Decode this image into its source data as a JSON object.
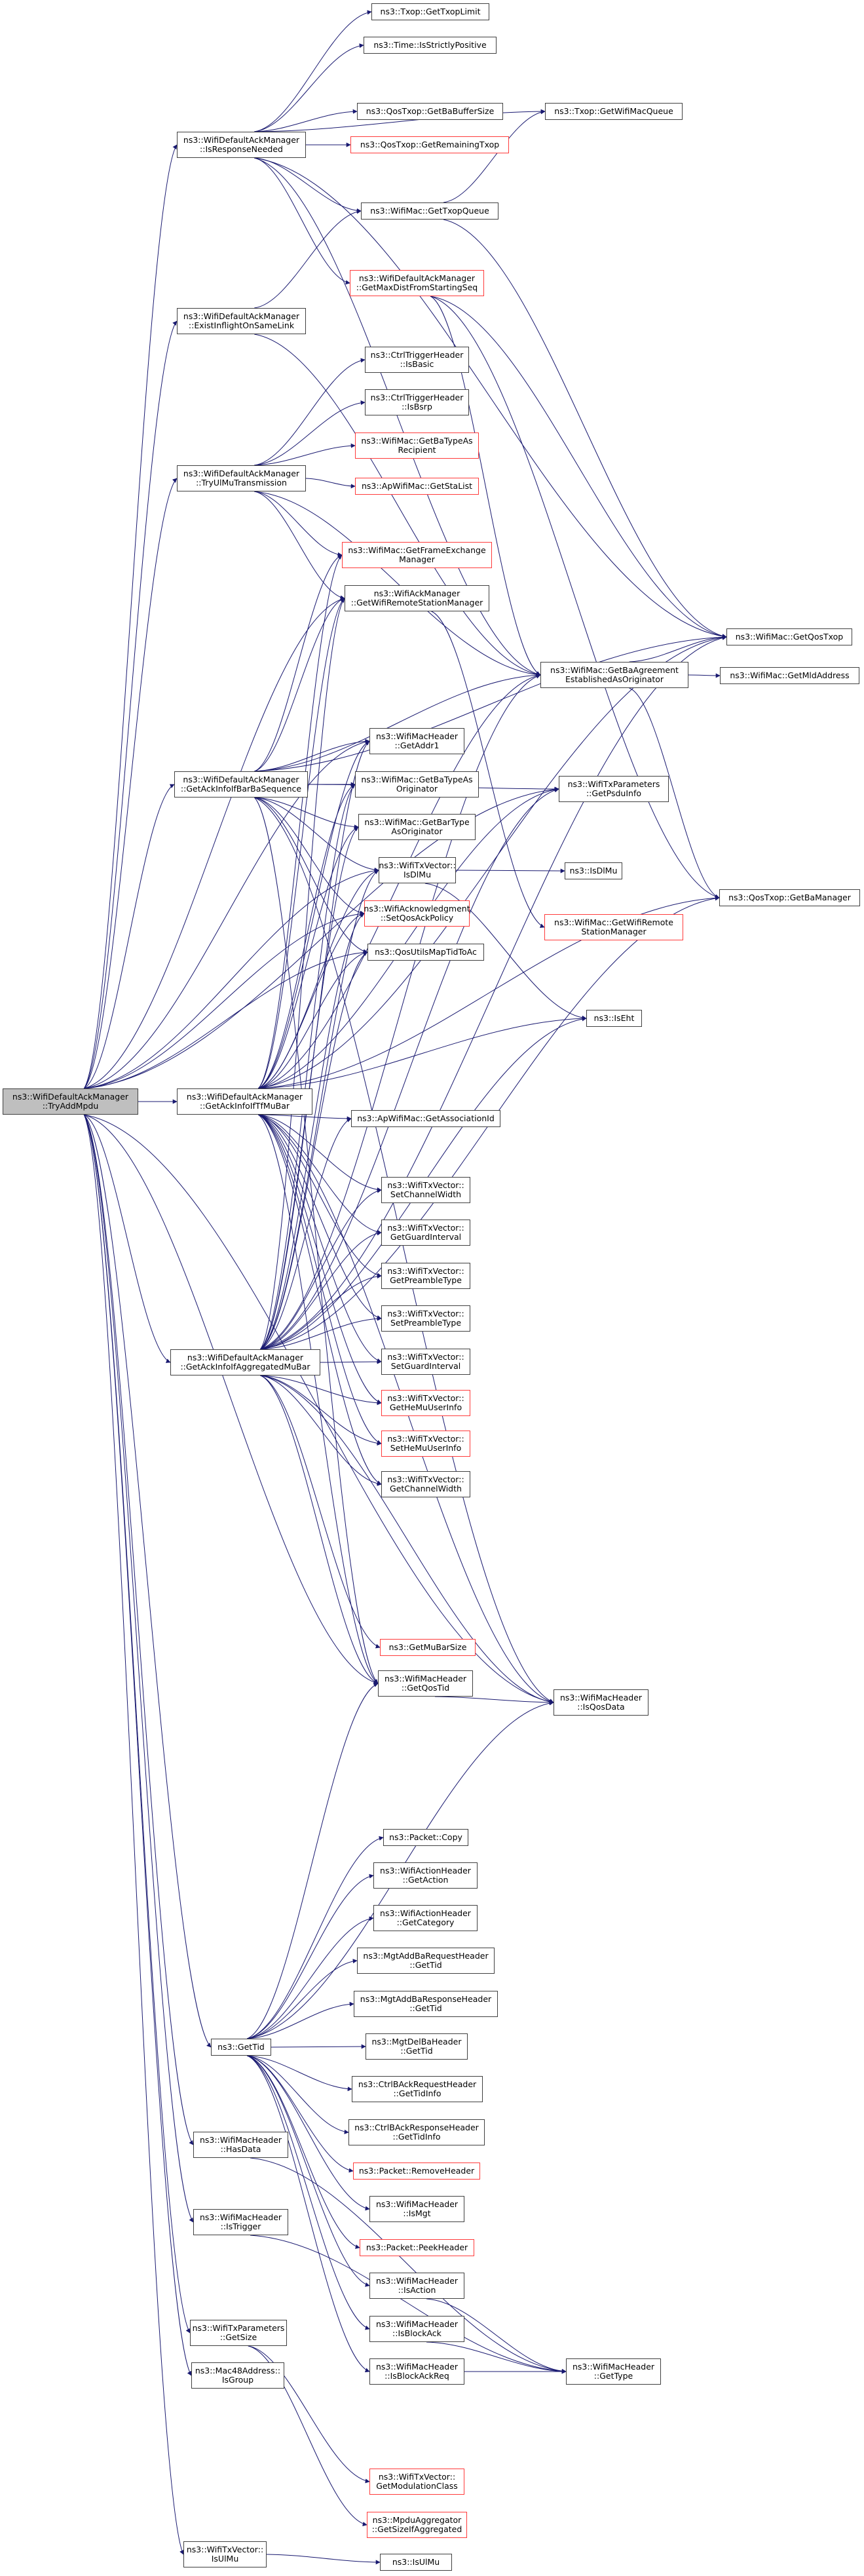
{
  "diagram": {
    "title": "Call graph of ns3::WifiDefaultAckManager::TryAddMpdu",
    "edge_color": "#191970",
    "node_border_color": "#404040",
    "missing_doc_border_color": "#ff3b3b",
    "root_fill_color": "#bfbfbf",
    "nodes": [
      {
        "id": "root",
        "label": "ns3::WifiDefaultAckManager\n::TryAddMpdu",
        "style": "root"
      },
      {
        "id": "isResp",
        "label": "ns3::WifiDefaultAckManager\n::IsResponseNeeded",
        "style": "normal"
      },
      {
        "id": "existInf",
        "label": "ns3::WifiDefaultAckManager\n::ExistInflightOnSameLink",
        "style": "normal"
      },
      {
        "id": "tryUl",
        "label": "ns3::WifiDefaultAckManager\n::TryUlMuTransmission",
        "style": "normal"
      },
      {
        "id": "barBa",
        "label": "ns3::WifiDefaultAckManager\n::GetAckInfoIfBarBaSequence",
        "style": "normal"
      },
      {
        "id": "tfMu",
        "label": "ns3::WifiDefaultAckManager\n::GetAckInfoIfTfMuBar",
        "style": "normal"
      },
      {
        "id": "aggMu",
        "label": "ns3::WifiDefaultAckManager\n::GetAckInfoIfAggregatedMuBar",
        "style": "normal"
      },
      {
        "id": "getTid",
        "label": "ns3::GetTid",
        "style": "normal"
      },
      {
        "id": "hasData",
        "label": "ns3::WifiMacHeader\n::HasData",
        "style": "normal"
      },
      {
        "id": "isTrigger",
        "label": "ns3::WifiMacHeader\n::IsTrigger",
        "style": "normal"
      },
      {
        "id": "getSize",
        "label": "ns3::WifiTxParameters\n::GetSize",
        "style": "normal"
      },
      {
        "id": "isGroup",
        "label": "ns3::Mac48Address::\nIsGroup",
        "style": "normal"
      },
      {
        "id": "txIsUlMu",
        "label": "ns3::WifiTxVector::\nIsUlMu",
        "style": "normal"
      },
      {
        "id": "txopLimit",
        "label": "ns3::Txop::GetTxopLimit",
        "style": "normal"
      },
      {
        "id": "strictPos",
        "label": "ns3::Time::IsStrictlyPositive",
        "style": "normal"
      },
      {
        "id": "baBuf",
        "label": "ns3::QosTxop::GetBaBufferSize",
        "style": "normal"
      },
      {
        "id": "remTxop",
        "label": "ns3::QosTxop::GetRemainingTxop",
        "style": "red"
      },
      {
        "id": "txopQueue",
        "label": "ns3::WifiMac::GetTxopQueue",
        "style": "normal"
      },
      {
        "id": "maxDist",
        "label": "ns3::WifiDefaultAckManager\n::GetMaxDistFromStartingSeq",
        "style": "red"
      },
      {
        "id": "isBasic",
        "label": "ns3::CtrlTriggerHeader\n::IsBasic",
        "style": "normal"
      },
      {
        "id": "isBsrp",
        "label": "ns3::CtrlTriggerHeader\n::IsBsrp",
        "style": "normal"
      },
      {
        "id": "baRecip",
        "label": "ns3::WifiMac::GetBaTypeAs\nRecipient",
        "style": "red"
      },
      {
        "id": "staList",
        "label": "ns3::ApWifiMac::GetStaList",
        "style": "red"
      },
      {
        "id": "feMgr",
        "label": "ns3::WifiMac::GetFrameExchange\nManager",
        "style": "red"
      },
      {
        "id": "rsm",
        "label": "ns3::WifiAckManager\n::GetWifiRemoteStationManager",
        "style": "normal"
      },
      {
        "id": "addr1",
        "label": "ns3::WifiMacHeader\n::GetAddr1",
        "style": "normal"
      },
      {
        "id": "baOrig",
        "label": "ns3::WifiMac::GetBaTypeAs\nOriginator",
        "style": "normal"
      },
      {
        "id": "barOrig",
        "label": "ns3::WifiMac::GetBarType\nAsOriginator",
        "style": "normal"
      },
      {
        "id": "isDlMu",
        "label": "ns3::WifiTxVector::\nIsDlMu",
        "style": "normal"
      },
      {
        "id": "setQos",
        "label": "ns3::WifiAcknowledgment\n::SetQosAckPolicy",
        "style": "red"
      },
      {
        "id": "mapTid",
        "label": "ns3::QosUtilsMapTidToAc",
        "style": "normal"
      },
      {
        "id": "assocId",
        "label": "ns3::ApWifiMac::GetAssociationId",
        "style": "normal"
      },
      {
        "id": "setCw",
        "label": "ns3::WifiTxVector::\nSetChannelWidth",
        "style": "normal"
      },
      {
        "id": "getGi",
        "label": "ns3::WifiTxVector::\nGetGuardInterval",
        "style": "normal"
      },
      {
        "id": "getPre",
        "label": "ns3::WifiTxVector::\nGetPreambleType",
        "style": "normal"
      },
      {
        "id": "setPre",
        "label": "ns3::WifiTxVector::\nSetPreambleType",
        "style": "normal"
      },
      {
        "id": "setGi",
        "label": "ns3::WifiTxVector::\nSetGuardInterval",
        "style": "normal"
      },
      {
        "id": "getHe",
        "label": "ns3::WifiTxVector::\nGetHeMuUserInfo",
        "style": "red"
      },
      {
        "id": "setHe",
        "label": "ns3::WifiTxVector::\nSetHeMuUserInfo",
        "style": "red"
      },
      {
        "id": "getCw",
        "label": "ns3::WifiTxVector::\nGetChannelWidth",
        "style": "normal"
      },
      {
        "id": "muBarSize",
        "label": "ns3::GetMuBarSize",
        "style": "red"
      },
      {
        "id": "qosTid",
        "label": "ns3::WifiMacHeader\n::GetQosTid",
        "style": "normal"
      },
      {
        "id": "isQosData",
        "label": "ns3::WifiMacHeader\n::IsQosData",
        "style": "normal"
      },
      {
        "id": "pktCopy",
        "label": "ns3::Packet::Copy",
        "style": "normal"
      },
      {
        "id": "actAction",
        "label": "ns3::WifiActionHeader\n::GetAction",
        "style": "normal"
      },
      {
        "id": "actCat",
        "label": "ns3::WifiActionHeader\n::GetCategory",
        "style": "normal"
      },
      {
        "id": "addBaReq",
        "label": "ns3::MgtAddBaRequestHeader\n::GetTid",
        "style": "normal"
      },
      {
        "id": "addBaResp",
        "label": "ns3::MgtAddBaResponseHeader\n::GetTid",
        "style": "normal"
      },
      {
        "id": "delBa",
        "label": "ns3::MgtDelBaHeader\n::GetTid",
        "style": "normal"
      },
      {
        "id": "barReq",
        "label": "ns3::CtrlBAckRequestHeader\n::GetTidInfo",
        "style": "normal"
      },
      {
        "id": "barResp",
        "label": "ns3::CtrlBAckResponseHeader\n::GetTidInfo",
        "style": "normal"
      },
      {
        "id": "rmHdr",
        "label": "ns3::Packet::RemoveHeader",
        "style": "red"
      },
      {
        "id": "isMgt",
        "label": "ns3::WifiMacHeader\n::IsMgt",
        "style": "normal"
      },
      {
        "id": "peekHdr",
        "label": "ns3::Packet::PeekHeader",
        "style": "red"
      },
      {
        "id": "isAction",
        "label": "ns3::WifiMacHeader\n::IsAction",
        "style": "normal"
      },
      {
        "id": "isBlockAck",
        "label": "ns3::WifiMacHeader\n::IsBlockAck",
        "style": "normal"
      },
      {
        "id": "isBlockAckReq",
        "label": "ns3::WifiMacHeader\n::IsBlockAckReq",
        "style": "normal"
      },
      {
        "id": "getType",
        "label": "ns3::WifiMacHeader\n::GetType",
        "style": "normal"
      },
      {
        "id": "modClass",
        "label": "ns3::WifiTxVector::\nGetModulationClass",
        "style": "red"
      },
      {
        "id": "sizeAgg",
        "label": "ns3::MpduAggregator\n::GetSizeIfAggregated",
        "style": "red"
      },
      {
        "id": "isUlMu",
        "label": "ns3::IsUlMu",
        "style": "normal"
      },
      {
        "id": "wifiMacQueue",
        "label": "ns3::Txop::GetWifiMacQueue",
        "style": "normal"
      },
      {
        "id": "qosTxop",
        "label": "ns3::WifiMac::GetQosTxop",
        "style": "normal"
      },
      {
        "id": "baAgree",
        "label": "ns3::WifiMac::GetBaAgreement\nEstablishedAsOriginator",
        "style": "normal"
      },
      {
        "id": "mldAddr",
        "label": "ns3::WifiMac::GetMldAddress",
        "style": "normal"
      },
      {
        "id": "psduInfo",
        "label": "ns3::WifiTxParameters\n::GetPsduInfo",
        "style": "normal"
      },
      {
        "id": "baMgr",
        "label": "ns3::QosTxop::GetBaManager",
        "style": "normal"
      },
      {
        "id": "isDlMuFn",
        "label": "ns3::IsDlMu",
        "style": "normal"
      },
      {
        "id": "rsmMac",
        "label": "ns3::WifiMac::GetWifiRemote\nStationManager",
        "style": "red"
      },
      {
        "id": "isEht",
        "label": "ns3::IsEht",
        "style": "normal"
      }
    ],
    "edges": [
      [
        "root",
        "isResp"
      ],
      [
        "root",
        "existInf"
      ],
      [
        "root",
        "tryUl"
      ],
      [
        "root",
        "barBa"
      ],
      [
        "root",
        "tfMu"
      ],
      [
        "root",
        "aggMu"
      ],
      [
        "root",
        "getTid"
      ],
      [
        "root",
        "hasData"
      ],
      [
        "root",
        "isTrigger"
      ],
      [
        "root",
        "getSize"
      ],
      [
        "root",
        "isGroup"
      ],
      [
        "root",
        "txIsUlMu"
      ],
      [
        "root",
        "rsm"
      ],
      [
        "root",
        "addr1"
      ],
      [
        "root",
        "qosTid"
      ],
      [
        "root",
        "isQosData"
      ],
      [
        "root",
        "psduInfo"
      ],
      [
        "root",
        "isDlMu"
      ],
      [
        "root",
        "setQos"
      ],
      [
        "root",
        "mapTid"
      ],
      [
        "isResp",
        "txopLimit"
      ],
      [
        "isResp",
        "strictPos"
      ],
      [
        "isResp",
        "wifiMacQueue"
      ],
      [
        "isResp",
        "baBuf"
      ],
      [
        "isResp",
        "remTxop"
      ],
      [
        "isResp",
        "txopQueue"
      ],
      [
        "isResp",
        "maxDist"
      ],
      [
        "isResp",
        "qosTxop"
      ],
      [
        "isResp",
        "baAgree"
      ],
      [
        "existInf",
        "txopQueue"
      ],
      [
        "existInf",
        "baAgree"
      ],
      [
        "txopQueue",
        "wifiMacQueue"
      ],
      [
        "txopQueue",
        "qosTxop"
      ],
      [
        "maxDist",
        "qosTxop"
      ],
      [
        "maxDist",
        "baMgr"
      ],
      [
        "maxDist",
        "baAgree"
      ],
      [
        "tryUl",
        "isBasic"
      ],
      [
        "tryUl",
        "isBsrp"
      ],
      [
        "tryUl",
        "baRecip"
      ],
      [
        "tryUl",
        "staList"
      ],
      [
        "tryUl",
        "feMgr"
      ],
      [
        "tryUl",
        "rsm"
      ],
      [
        "tryUl",
        "baAgree"
      ],
      [
        "rsm",
        "rsmMac"
      ],
      [
        "barBa",
        "rsm"
      ],
      [
        "barBa",
        "addr1"
      ],
      [
        "barBa",
        "baOrig"
      ],
      [
        "barBa",
        "barOrig"
      ],
      [
        "barBa",
        "baAgree"
      ],
      [
        "barBa",
        "qosTxop"
      ],
      [
        "barBa",
        "psduInfo"
      ],
      [
        "barBa",
        "isDlMu"
      ],
      [
        "barBa",
        "setQos"
      ],
      [
        "barBa",
        "mapTid"
      ],
      [
        "barBa",
        "qosTid"
      ],
      [
        "barBa",
        "isQosData"
      ],
      [
        "barBa",
        "feMgr"
      ],
      [
        "baAgree",
        "qosTxop"
      ],
      [
        "baAgree",
        "mldAddr"
      ],
      [
        "baAgree",
        "baMgr"
      ],
      [
        "tfMu",
        "feMgr"
      ],
      [
        "tfMu",
        "rsm"
      ],
      [
        "tfMu",
        "addr1"
      ],
      [
        "tfMu",
        "baOrig"
      ],
      [
        "tfMu",
        "barOrig"
      ],
      [
        "tfMu",
        "baAgree"
      ],
      [
        "tfMu",
        "qosTxop"
      ],
      [
        "tfMu",
        "isDlMu"
      ],
      [
        "tfMu",
        "setQos"
      ],
      [
        "tfMu",
        "mapTid"
      ],
      [
        "tfMu",
        "assocId"
      ],
      [
        "tfMu",
        "setCw"
      ],
      [
        "tfMu",
        "getGi"
      ],
      [
        "tfMu",
        "getPre"
      ],
      [
        "tfMu",
        "setPre"
      ],
      [
        "tfMu",
        "setGi"
      ],
      [
        "tfMu",
        "getHe"
      ],
      [
        "tfMu",
        "setHe"
      ],
      [
        "tfMu",
        "getCw"
      ],
      [
        "tfMu",
        "qosTid"
      ],
      [
        "tfMu",
        "isQosData"
      ],
      [
        "tfMu",
        "isEht"
      ],
      [
        "tfMu",
        "baMgr"
      ],
      [
        "tfMu",
        "psduInfo"
      ],
      [
        "aggMu",
        "rsm"
      ],
      [
        "aggMu",
        "addr1"
      ],
      [
        "aggMu",
        "baOrig"
      ],
      [
        "aggMu",
        "barOrig"
      ],
      [
        "aggMu",
        "baAgree"
      ],
      [
        "aggMu",
        "qosTxop"
      ],
      [
        "aggMu",
        "isDlMu"
      ],
      [
        "aggMu",
        "setQos"
      ],
      [
        "aggMu",
        "mapTid"
      ],
      [
        "aggMu",
        "assocId"
      ],
      [
        "aggMu",
        "setCw"
      ],
      [
        "aggMu",
        "getGi"
      ],
      [
        "aggMu",
        "getPre"
      ],
      [
        "aggMu",
        "setPre"
      ],
      [
        "aggMu",
        "setGi"
      ],
      [
        "aggMu",
        "getHe"
      ],
      [
        "aggMu",
        "setHe"
      ],
      [
        "aggMu",
        "getCw"
      ],
      [
        "aggMu",
        "muBarSize"
      ],
      [
        "aggMu",
        "qosTid"
      ],
      [
        "aggMu",
        "isQosData"
      ],
      [
        "aggMu",
        "isEht"
      ],
      [
        "aggMu",
        "baMgr"
      ],
      [
        "aggMu",
        "psduInfo"
      ],
      [
        "isDlMu",
        "isDlMuFn"
      ],
      [
        "isDlMu",
        "isEht"
      ],
      [
        "qosTid",
        "isQosData"
      ],
      [
        "getTid",
        "qosTid"
      ],
      [
        "getTid",
        "isQosData"
      ],
      [
        "getTid",
        "pktCopy"
      ],
      [
        "getTid",
        "actAction"
      ],
      [
        "getTid",
        "actCat"
      ],
      [
        "getTid",
        "addBaReq"
      ],
      [
        "getTid",
        "addBaResp"
      ],
      [
        "getTid",
        "delBa"
      ],
      [
        "getTid",
        "barReq"
      ],
      [
        "getTid",
        "barResp"
      ],
      [
        "getTid",
        "rmHdr"
      ],
      [
        "getTid",
        "isMgt"
      ],
      [
        "getTid",
        "peekHdr"
      ],
      [
        "getTid",
        "isAction"
      ],
      [
        "getTid",
        "isBlockAck"
      ],
      [
        "getTid",
        "isBlockAckReq"
      ],
      [
        "hasData",
        "getType"
      ],
      [
        "isTrigger",
        "getType"
      ],
      [
        "isAction",
        "getType"
      ],
      [
        "isBlockAck",
        "getType"
      ],
      [
        "isBlockAckReq",
        "getType"
      ],
      [
        "getSize",
        "modClass"
      ],
      [
        "getSize",
        "sizeAgg"
      ],
      [
        "txIsUlMu",
        "isUlMu"
      ]
    ]
  }
}
